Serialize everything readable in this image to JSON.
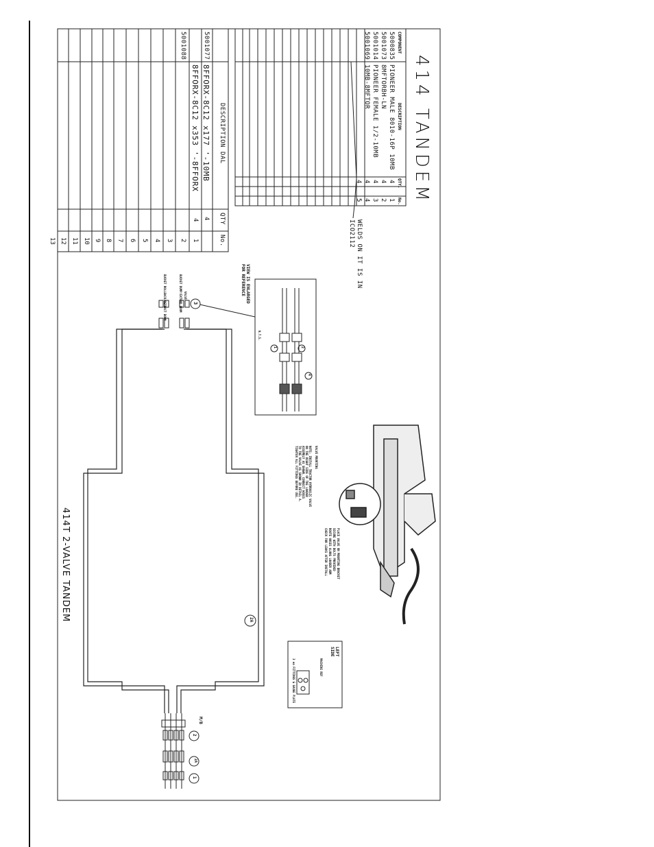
{
  "title": "414 TANDEM",
  "subtitle": "414T 2-VALVE TANDEM",
  "top_table": {
    "headers": {
      "component": "COMPONENT",
      "description": "DESCRIPTION",
      "qty": "QTY.",
      "no": "No."
    },
    "rows": [
      {
        "component": "5000835",
        "description": "PIONEER MALE 8010-16P 10MB",
        "qty": "4",
        "no": "1"
      },
      {
        "component": "5001073",
        "description": "8MFTORBH-LN",
        "qty": "4",
        "no": "2"
      },
      {
        "component": "5001014",
        "description": "PIONEER FEMALE 1/2-10MB",
        "qty": "4",
        "no": "3"
      },
      {
        "component": "5001069",
        "description": "10MB-8MFTOR",
        "qty": "4",
        "no": "4"
      },
      {
        "component": "",
        "description": "",
        "qty": "4",
        "no": "5"
      }
    ]
  },
  "weld_note": {
    "line1": "WELDS ON IT IS IN",
    "line2": "ICO2112"
  },
  "bottom_table": {
    "headers": {
      "description": "DESCRIPTION  DAL",
      "qty": "QTY",
      "no": "No."
    },
    "rows": [
      {
        "component": "5001077",
        "description": "8FFORX-8C12 x177 '-10MB",
        "qty": "4",
        "no": "1"
      },
      {
        "component": "5001088",
        "description": "8FFORX-8C12 x353 '-8FFORX",
        "qty": "4",
        "no": "2"
      }
    ],
    "numbers": [
      "3",
      "4",
      "5",
      "6",
      "7",
      "8",
      "9",
      "10",
      "11",
      "12",
      "13"
    ]
  },
  "detail": {
    "view_note_1": "VIEW IS ENLARGED",
    "view_note_2": "FOR REFERENCE",
    "scale": "N.T.S.",
    "port_label_1": "BUCKET ROLLBACK/RETRACT BOOM",
    "port_label_2": "BUCKET DUMP/EXTEND BOOM",
    "valve_label": "VALVE"
  },
  "inset": {
    "side_1": "LEFT",
    "side_2": "SIDE",
    "line_1": "MACHINE REF",
    "line_2": "3 ea FITTINGS & GAUGE PLATE"
  },
  "valve_section": {
    "caption": "VALVE MOUNTING",
    "note_lines": [
      "NOTE: INSTALL TRACTOR HYDRAULIC VALVE",
      "ON THE RIGHT SIDE OF THE LOADER",
      "ASSEMBLY AS SHOWN. CONNECT HOSES",
      "TO THE VALVE AS SHOWN IN DETAIL A.",
      "TIGHTEN ALL FITTINGS BEFORE USE."
    ],
    "right_note_lines": [
      "PLACE VALVE ON MOUNTING BRACKET",
      "SECURE WITH BOLTS PROVIDED",
      "ROUTE HOSES ALONG LOADER ARM",
      "CHECK FOR LEAKS AFTER INSTALL"
    ]
  },
  "callouts": [
    "3",
    "1",
    "2",
    "4",
    "5",
    "2A",
    "1",
    "2",
    "2A"
  ],
  "manifold_label": "M/B"
}
